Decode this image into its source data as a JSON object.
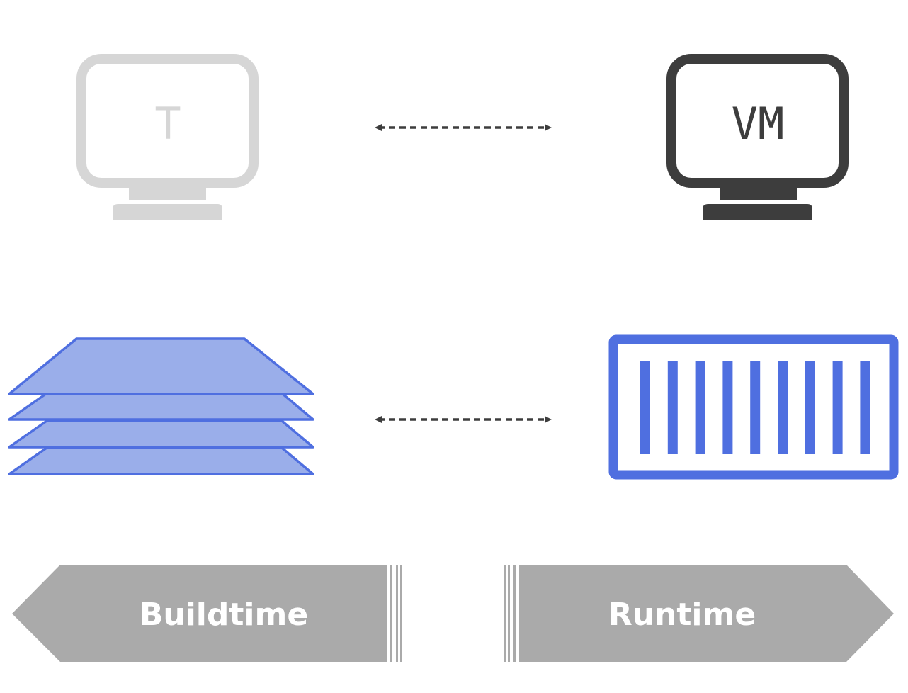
{
  "template_monitor": {
    "label": "T",
    "color": "#d6d6d6"
  },
  "vm_monitor": {
    "label": "VM",
    "color": "#3d3d3d"
  },
  "arrows": {
    "color": "#3d3d3d",
    "style": "dashed double-headed"
  },
  "image_layers": {
    "count": 4,
    "fill": "#9aaeea",
    "stroke": "#4f6fe0"
  },
  "container": {
    "stripe_count": 9,
    "color": "#4f6fe0"
  },
  "banners": {
    "buildtime": {
      "label": "Buildtime",
      "direction": "left"
    },
    "runtime": {
      "label": "Runtime",
      "direction": "right"
    },
    "fill": "#aaaaaa",
    "text_color": "#ffffff"
  }
}
